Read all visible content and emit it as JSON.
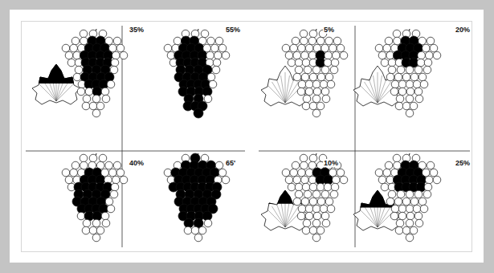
{
  "diagram": {
    "labels": [
      "35%",
      "55%",
      "5%",
      "20%",
      "40%",
      "65'",
      "10%",
      "25%"
    ]
  }
}
